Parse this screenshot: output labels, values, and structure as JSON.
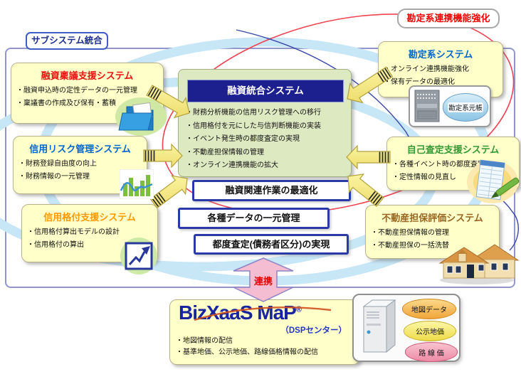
{
  "labels": {
    "subsystem": "サブシステム統合",
    "kanjo_enhance": "勘定系連携機能強化",
    "renkei": "連携"
  },
  "systems": [
    {
      "title": "融資稟議支援システム",
      "color": "#ee1111",
      "items": [
        "・融資申込時の定性データの一元管理",
        "・稟議書の作成及び保有・蓄積"
      ]
    },
    {
      "title": "信用リスク管理システム",
      "color": "#0066cc",
      "items": [
        "・財務登録自由度の向上",
        "・財務情報の一元管理"
      ]
    },
    {
      "title": "信用格付支援システム",
      "color": "#ff9900",
      "items": [
        "・信用格付算出モデルの設計",
        "・信用格付の算出"
      ]
    },
    {
      "title": "勘定系システム",
      "color": "#0066cc",
      "items": [
        "・オンライン連携機能強化",
        "・保有データの最適化"
      ]
    },
    {
      "title": "自己査定支援システム",
      "color": "#339933",
      "items": [
        "・各種イベント時の都度査定",
        "・定性情報の見直し"
      ]
    },
    {
      "title": "不動産担保評価システム",
      "color": "#996622",
      "items": [
        "・不動産担保情報の管理",
        "・不動産担保の一括洗替"
      ]
    }
  ],
  "center": {
    "title": "融資統合システム",
    "items": [
      "・財務分析機能の信用リスク管理への移行",
      "・信用格付を元にした与信判断機能の実装",
      "・イベント発生時の都度査定の実現",
      "・不動産担保情報の管理",
      "・オンライン連携機能の拡大"
    ]
  },
  "outcomes": [
    "融資関連作業の最適化",
    "各種データの一元管理",
    "都度査定(債務者区分)の実現"
  ],
  "bizxaas": {
    "logo": "BizXaaS MaP",
    "reg": "®",
    "sub": "（DSPセンター）",
    "items": [
      "・地図情報の配信",
      "・基準地価、公示地価、路線価格情報の配信"
    ]
  },
  "datastores": {
    "ledger": "勘定系元帳",
    "cylinders": [
      "地図データ",
      "公示地価",
      "路 線 価"
    ]
  },
  "icons": [
    "folder-icon",
    "bar-chart-icon",
    "line-chart-icon",
    "checklist-pen-icon",
    "house-icon",
    "server-rack-icon",
    "server-tower-icon",
    "database-cylinder-icon"
  ],
  "colors": {
    "ring": "#c7e6f6",
    "red_line": "#f04352",
    "navy_line": "#3a47a8",
    "arrow_fill": "#f5ec86",
    "arrow_edge": "#b2a23f",
    "pink_arrow": "#f5bdd1",
    "header_bg": "#1c1f8e",
    "box_yellow": "#ffffca",
    "box_green": "#dde9c1"
  }
}
